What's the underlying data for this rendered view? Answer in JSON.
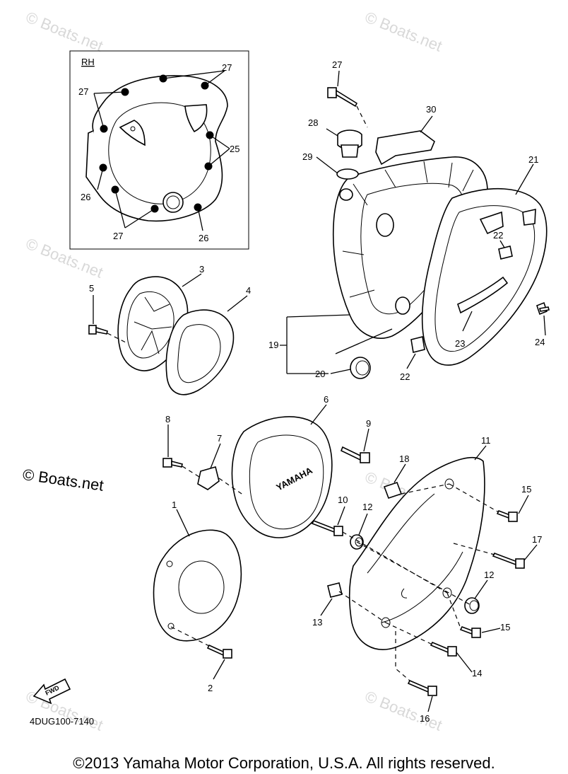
{
  "diagram": {
    "inset_label": "RH",
    "figure_code": "4DUG100-7140",
    "fwd_label": "FWD",
    "cover_brand": "YAMAHA",
    "brand_mark": "© Boats.net",
    "watermark": "© Boats.net",
    "copyright": "©2013 Yamaha Motor Corporation, U.S.A. All rights reserved.",
    "callouts": {
      "c1": "1",
      "c2": "2",
      "c3": "3",
      "c4": "4",
      "c5": "5",
      "c6": "6",
      "c7": "7",
      "c8": "8",
      "c9": "9",
      "c10": "10",
      "c11": "11",
      "c12a": "12",
      "c12b": "12",
      "c13": "13",
      "c14": "14",
      "c15a": "15",
      "c15b": "15",
      "c16": "16",
      "c17": "17",
      "c18": "18",
      "c19": "19",
      "c20": "20",
      "c21": "21",
      "c22a": "22",
      "c22b": "22",
      "c23": "23",
      "c24": "24",
      "c25": "25",
      "c26a": "26",
      "c26b": "26",
      "c27a": "27",
      "c27b": "27",
      "c27c": "27",
      "c27d": "27",
      "c28": "28",
      "c29": "29",
      "c30": "30"
    }
  }
}
